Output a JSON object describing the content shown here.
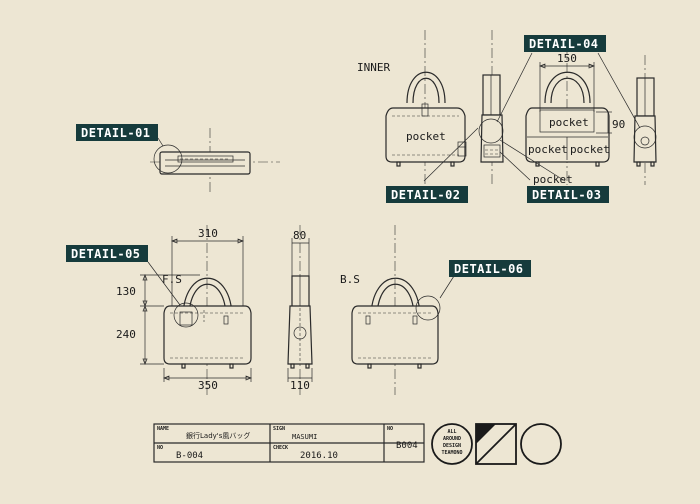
{
  "labels": {
    "inner": "INNER",
    "front_side": "F.S",
    "back_side": "B.S",
    "pocket": "pocket"
  },
  "details": {
    "d01": "DETAIL-01",
    "d02": "DETAIL-02",
    "d03": "DETAIL-03",
    "d04": "DETAIL-04",
    "d05": "DETAIL-05",
    "d06": "DETAIL-06"
  },
  "dimensions": {
    "inner_pocket_width": "150",
    "inner_pocket_height": "90",
    "top_width": "310",
    "side_top_depth": "80",
    "handle_height": "130",
    "body_height": "240",
    "bottom_width": "350",
    "side_bottom_depth": "110"
  },
  "title_block": {
    "name_label": "NAME",
    "name_value": "銀行Lady's風バッグ",
    "sign_label": "SIGN",
    "sign_value": "MASUMI",
    "no_label": "NO",
    "no_value": "B-004",
    "check_label": "CHECK",
    "check_value": "2016.10",
    "no2_label": "NO",
    "no2_value": "B004"
  },
  "logo": {
    "text": "ALL AROUND DESIGN TEAMONO",
    "lines": [
      "ALL",
      "AROUND",
      "DESIGN",
      "TEAMONO"
    ]
  },
  "colors": {
    "background": "#ede6d3",
    "line": "#2a2a2a",
    "tag_background": "#163b3c",
    "tag_text": "#ffffff"
  }
}
